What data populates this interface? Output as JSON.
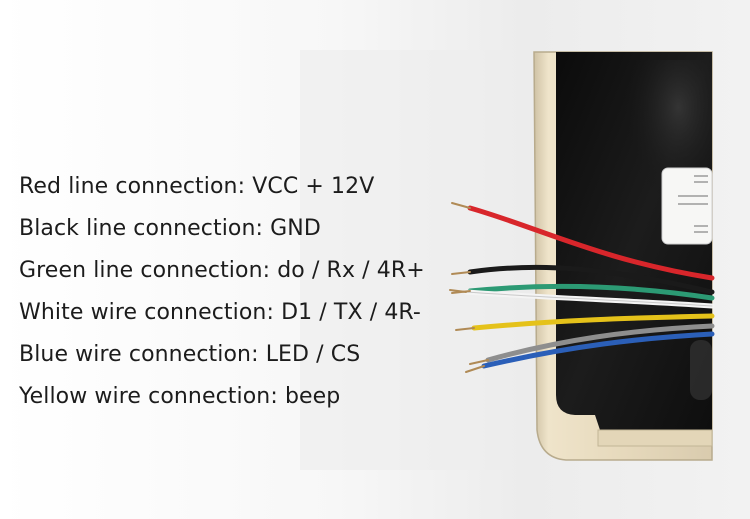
{
  "labels": [
    "Red line connection: VCC + 12V",
    "Black line connection: GND",
    "Green line connection: do / Rx / 4R+",
    "White wire connection: D1 / TX / 4R-",
    "Blue wire connection: LED / CS",
    "Yellow wire connection: beep"
  ],
  "wires": [
    {
      "name": "red",
      "color": "#d8262b"
    },
    {
      "name": "black",
      "color": "#1a1a1a"
    },
    {
      "name": "green",
      "color": "#2c9a74"
    },
    {
      "name": "white",
      "color": "#f4f4f4"
    },
    {
      "name": "yellow",
      "color": "#e5c21a"
    },
    {
      "name": "gray",
      "color": "#8e8e8e"
    },
    {
      "name": "blue",
      "color": "#2b5fb8"
    }
  ],
  "device": {
    "housing_color": "#e9dcc0",
    "face_color": "#141414"
  }
}
